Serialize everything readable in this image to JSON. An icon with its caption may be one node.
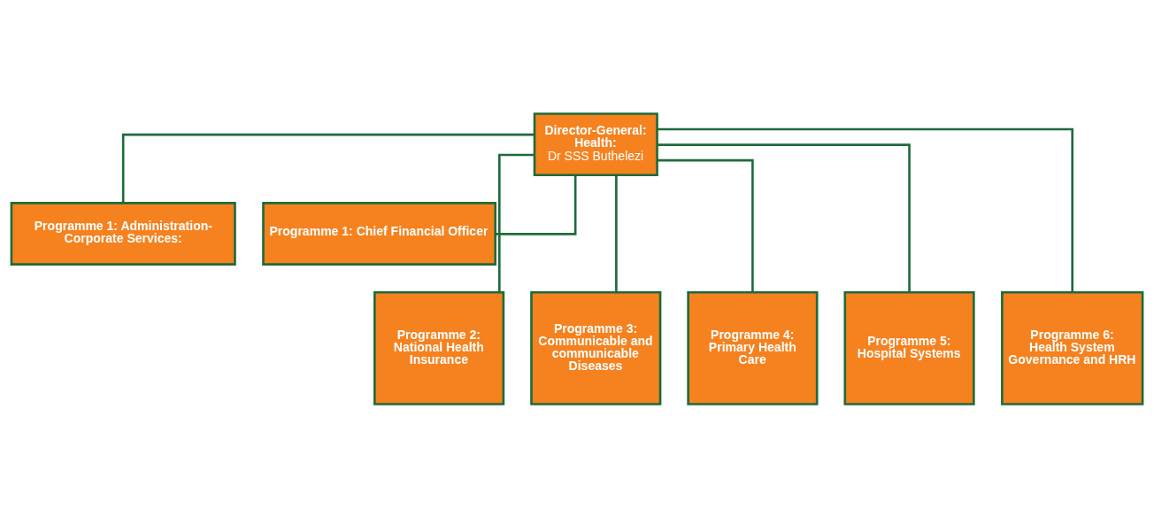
{
  "diagram": {
    "nodes": [
      {
        "text": [
          "Director-General: Health:",
          "Dr SSS Buthelezi"
        ]
      },
      {
        "text": [
          "Programme 1: Administration- Corporate Services:"
        ]
      },
      {
        "text": [
          "Programme 1: Chief Financial Officer"
        ]
      },
      {
        "text": [
          "Programme 2: National Health Insurance"
        ]
      },
      {
        "text": [
          "Programme 3: Communicable and communicable Diseases"
        ]
      },
      {
        "text": [
          "Programme 4: Primary Health Care"
        ]
      },
      {
        "text": [
          "Programme 5: Hospital Systems"
        ]
      },
      {
        "text": [
          "Programme 6: Health System Governance and HRH"
        ]
      }
    ],
    "edges": [
      {
        "from": 0,
        "to": 1,
        "arrow": "none"
      },
      {
        "from": 0,
        "to": 2,
        "arrow": "none"
      },
      {
        "from": 0,
        "to": 3,
        "arrow": "none"
      },
      {
        "from": 0,
        "to": 4,
        "arrow": "none"
      },
      {
        "from": 0,
        "to": 5,
        "arrow": "none"
      },
      {
        "from": 0,
        "to": 6,
        "arrow": "none"
      },
      {
        "from": 0,
        "to": 7,
        "arrow": "none"
      }
    ]
  }
}
